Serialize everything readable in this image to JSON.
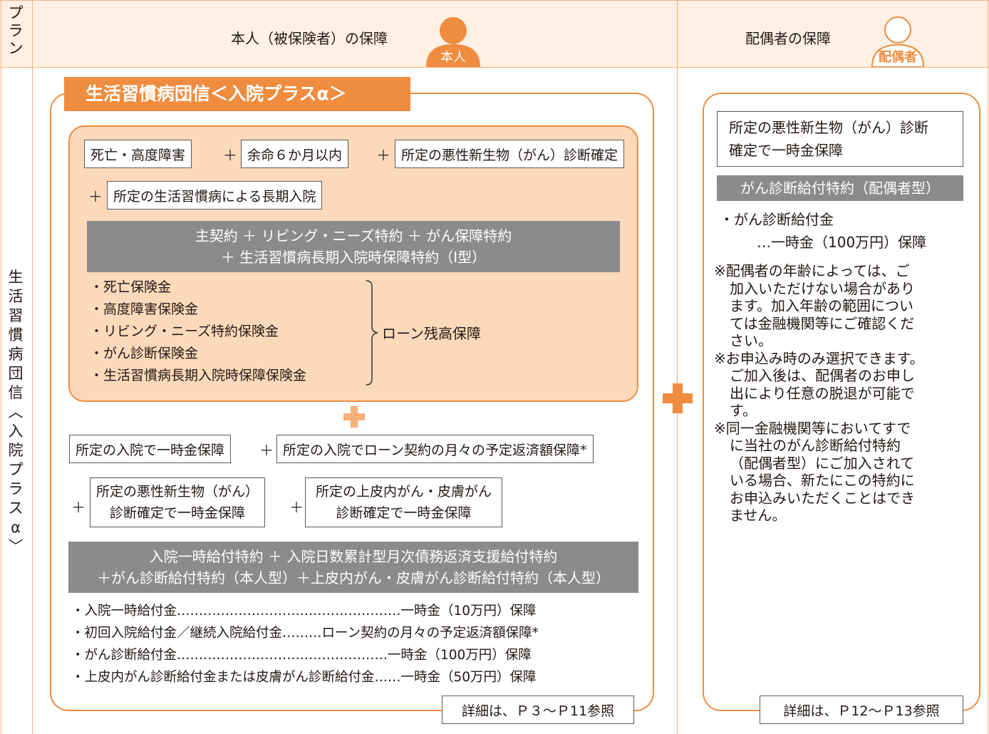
{
  "colors": {
    "accent": "#f08c40",
    "peach": "#fcd9bb",
    "header_bg": "#fef0e2",
    "gray": "#8c8b8b"
  },
  "header": {
    "plan_label": [
      "プ",
      "ラ",
      "ン"
    ],
    "self_title": "本人（被保険者）の保障",
    "self_badge": "本人",
    "spouse_title": "配偶者の保障",
    "spouse_badge": "配偶者"
  },
  "row_label": [
    "生",
    "活",
    "習",
    "慣",
    "病",
    "団",
    "信",
    "︿",
    "入",
    "院",
    "プ",
    "ラ",
    "ス",
    "α",
    "﹀"
  ],
  "self": {
    "product_title": "生活習慣病団信＜入院プラスα＞",
    "row1": [
      "死亡・高度障害",
      "余命６か月以内",
      "所定の悪性新生物（がん）診断確定"
    ],
    "row2": "所定の生活習慣病による長期入院",
    "gray1": [
      "主契約 ＋ リビング・ニーズ特約 ＋ がん保障特約",
      "＋ 生活習慣病長期入院時保障特約（Ⅰ型）"
    ],
    "benefits": [
      "・死亡保険金",
      "・高度障害保険金",
      "・リビング・ニーズ特約保険金",
      "・がん診断保険金",
      "・生活習慣病長期入院時保障保険金"
    ],
    "loan_label": "ローン残高保障",
    "row3": [
      "所定の入院で一時金保障",
      "所定の入院でローン契約の月々の予定返済額保障*"
    ],
    "row4": [
      [
        "所定の悪性新生物（がん）",
        "診断確定で一時金保障"
      ],
      [
        "所定の上皮内がん・皮膚がん",
        "診断確定で一時金保障"
      ]
    ],
    "gray2": [
      "入院一時給付特約 ＋ 入院日数累計型月次債務返済支援給付特約",
      "＋がん診断給付特約（本人型）＋上皮内がん・皮膚がん診断給付特約（本人型）"
    ],
    "payouts": [
      "・入院一時給付金……………………………………………一時金（10万円）保障",
      "・初回入院給付金／継続入院給付金………ローン契約の月々の予定返済額保障*",
      "・がん診断給付金…………………………………………一時金（100万円）保障",
      "・上皮内がん診断給付金または皮膚がん診断給付金……一時金（50万円）保障"
    ],
    "reference": "詳細は、Ｐ３～Ｐ11参照"
  },
  "spouse": {
    "box_lines": [
      "所定の悪性新生物（がん）診断",
      "確定で一時金保障"
    ],
    "gray": "がん診断給付特約（配偶者型）",
    "benefit_name": "・がん診断給付金",
    "benefit_amount": "…一時金（100万円）保障",
    "notes": [
      [
        "※配偶者の年齢によっては、ご",
        "加入いただけない場合があり",
        "ます。加入年齢の範囲につい",
        "ては金融機関等にご確認くだ",
        "さい。"
      ],
      [
        "※お申込み時のみ選択できます。",
        "ご加入後は、配偶者のお申し",
        "出により任意の脱退が可能で",
        "す。"
      ],
      [
        "※同一金融機関等においてすで",
        "に当社のがん診断給付特約",
        "（配偶者型）にご加入されて",
        "いる場合、新たにこの特約に",
        "お申込みいただくことはでき",
        "ません。"
      ]
    ],
    "reference": "詳細は、Ｐ12～Ｐ13参照"
  },
  "plus_sign": "＋"
}
